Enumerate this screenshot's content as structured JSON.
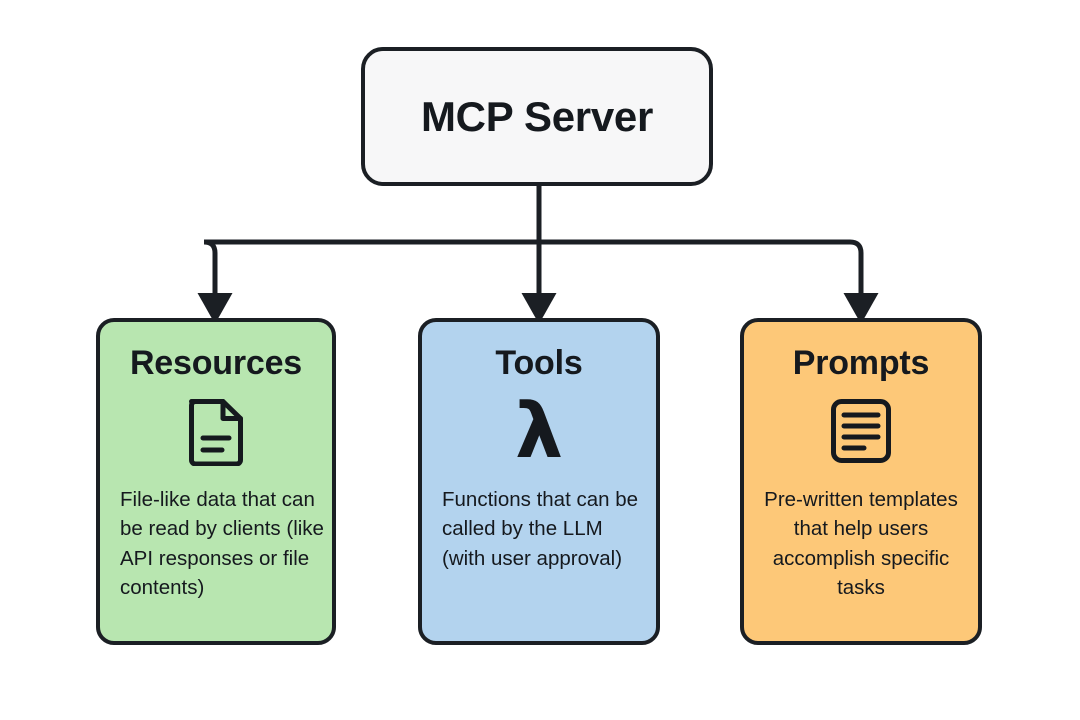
{
  "diagram": {
    "type": "hierarchy-tree",
    "background_color": "#ffffff",
    "connector_color": "#1b1f24",
    "root": {
      "id": "mcp-server",
      "title": "MCP Server",
      "fill_color": "#f7f7f8",
      "border_color": "#1b1f24"
    },
    "children": [
      {
        "id": "resources",
        "title": "Resources",
        "icon": "document-icon",
        "description": " File-like data that can be read by clients (like API responses or file contents)",
        "fill_color": "#b8e6b0",
        "border_color": "#1b1f24",
        "text_align": "left"
      },
      {
        "id": "tools",
        "title": "Tools",
        "icon": "lambda-icon",
        "icon_glyph": "λ",
        "description": "Functions that can be called by the LLM (with user approval)",
        "fill_color": "#b3d3ee",
        "border_color": "#1b1f24",
        "text_align": "left"
      },
      {
        "id": "prompts",
        "title": "Prompts",
        "icon": "lines-document-icon",
        "description": "Pre-written templates that help users accomplish specific tasks",
        "fill_color": "#fdc878",
        "border_color": "#1b1f24",
        "text_align": "center"
      }
    ]
  }
}
